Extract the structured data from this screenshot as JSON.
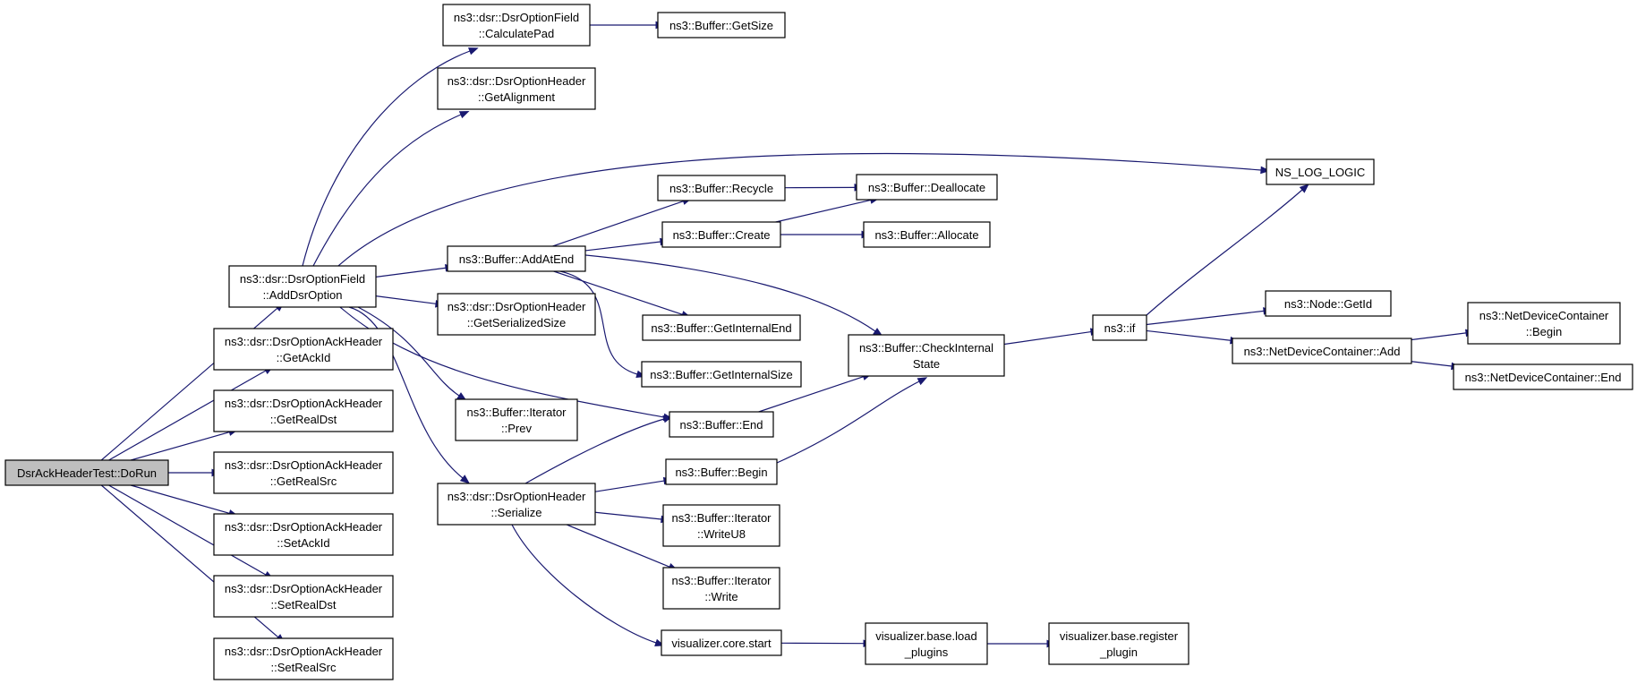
{
  "graph": {
    "colors": {
      "edge": "#191970",
      "node_border": "#000000",
      "root_fill": "#bfbfbf",
      "node_fill": "#ffffff"
    },
    "nodes": [
      {
        "id": "n0",
        "lines": [
          "DsrAckHeaderTest::DoRun"
        ],
        "root": true
      },
      {
        "id": "n1",
        "lines": [
          "ns3::dsr::DsrOptionField",
          "::AddDsrOption"
        ]
      },
      {
        "id": "n2",
        "lines": [
          "ns3::dsr::DsrOptionAckHeader",
          "::GetAckId"
        ]
      },
      {
        "id": "n3",
        "lines": [
          "ns3::dsr::DsrOptionAckHeader",
          "::GetRealDst"
        ]
      },
      {
        "id": "n4",
        "lines": [
          "ns3::dsr::DsrOptionAckHeader",
          "::GetRealSrc"
        ]
      },
      {
        "id": "n5",
        "lines": [
          "ns3::dsr::DsrOptionAckHeader",
          "::SetAckId"
        ]
      },
      {
        "id": "n6",
        "lines": [
          "ns3::dsr::DsrOptionAckHeader",
          "::SetRealDst"
        ]
      },
      {
        "id": "n7",
        "lines": [
          "ns3::dsr::DsrOptionAckHeader",
          "::SetRealSrc"
        ]
      },
      {
        "id": "n8",
        "lines": [
          "ns3::dsr::DsrOptionField",
          "::CalculatePad"
        ]
      },
      {
        "id": "n9",
        "lines": [
          "ns3::Buffer::GetSize"
        ]
      },
      {
        "id": "n10",
        "lines": [
          "ns3::dsr::DsrOptionHeader",
          "::GetAlignment"
        ]
      },
      {
        "id": "n11",
        "lines": [
          "NS_LOG_LOGIC"
        ]
      },
      {
        "id": "n12",
        "lines": [
          "ns3::Buffer::AddAtEnd"
        ]
      },
      {
        "id": "n13",
        "lines": [
          "ns3::Buffer::Recycle"
        ]
      },
      {
        "id": "n14",
        "lines": [
          "ns3::Buffer::Deallocate"
        ]
      },
      {
        "id": "n15",
        "lines": [
          "ns3::Buffer::Create"
        ]
      },
      {
        "id": "n16",
        "lines": [
          "ns3::Buffer::Allocate"
        ]
      },
      {
        "id": "n17",
        "lines": [
          "ns3::dsr::DsrOptionHeader",
          "::GetSerializedSize"
        ]
      },
      {
        "id": "n18",
        "lines": [
          "ns3::Buffer::GetInternalEnd"
        ]
      },
      {
        "id": "n19",
        "lines": [
          "ns3::Buffer::GetInternalSize"
        ]
      },
      {
        "id": "n20",
        "lines": [
          "ns3::Buffer::CheckInternal",
          "State"
        ]
      },
      {
        "id": "n21",
        "lines": [
          "ns3::if"
        ]
      },
      {
        "id": "n22",
        "lines": [
          "ns3::Node::GetId"
        ]
      },
      {
        "id": "n23",
        "lines": [
          "ns3::NetDeviceContainer::Add"
        ]
      },
      {
        "id": "n24",
        "lines": [
          "ns3::NetDeviceContainer",
          "::Begin"
        ]
      },
      {
        "id": "n25",
        "lines": [
          "ns3::NetDeviceContainer::End"
        ]
      },
      {
        "id": "n26",
        "lines": [
          "ns3::Buffer::Iterator",
          "::Prev"
        ]
      },
      {
        "id": "n27",
        "lines": [
          "ns3::Buffer::End"
        ]
      },
      {
        "id": "n28",
        "lines": [
          "ns3::dsr::DsrOptionHeader",
          "::Serialize"
        ]
      },
      {
        "id": "n29",
        "lines": [
          "ns3::Buffer::Begin"
        ]
      },
      {
        "id": "n30",
        "lines": [
          "ns3::Buffer::Iterator",
          "::WriteU8"
        ]
      },
      {
        "id": "n31",
        "lines": [
          "ns3::Buffer::Iterator",
          "::Write"
        ]
      },
      {
        "id": "n32",
        "lines": [
          "visualizer.core.start"
        ]
      },
      {
        "id": "n33",
        "lines": [
          "visualizer.base.load",
          "_plugins"
        ]
      },
      {
        "id": "n34",
        "lines": [
          "visualizer.base.register",
          "_plugin"
        ]
      }
    ],
    "edges": [
      [
        "n0",
        "n1"
      ],
      [
        "n0",
        "n2"
      ],
      [
        "n0",
        "n3"
      ],
      [
        "n0",
        "n4"
      ],
      [
        "n0",
        "n5"
      ],
      [
        "n0",
        "n6"
      ],
      [
        "n0",
        "n7"
      ],
      [
        "n1",
        "n8"
      ],
      [
        "n1",
        "n10"
      ],
      [
        "n1",
        "n11"
      ],
      [
        "n1",
        "n12"
      ],
      [
        "n1",
        "n17"
      ],
      [
        "n1",
        "n26"
      ],
      [
        "n1",
        "n27"
      ],
      [
        "n1",
        "n28"
      ],
      [
        "n8",
        "n9"
      ],
      [
        "n12",
        "n13"
      ],
      [
        "n12",
        "n15"
      ],
      [
        "n12",
        "n18"
      ],
      [
        "n12",
        "n19"
      ],
      [
        "n12",
        "n20"
      ],
      [
        "n13",
        "n14"
      ],
      [
        "n15",
        "n14"
      ],
      [
        "n15",
        "n16"
      ],
      [
        "n20",
        "n21"
      ],
      [
        "n21",
        "n11"
      ],
      [
        "n21",
        "n22"
      ],
      [
        "n21",
        "n23"
      ],
      [
        "n23",
        "n24"
      ],
      [
        "n23",
        "n25"
      ],
      [
        "n27",
        "n20"
      ],
      [
        "n29",
        "n20"
      ],
      [
        "n28",
        "n27"
      ],
      [
        "n28",
        "n29"
      ],
      [
        "n28",
        "n30"
      ],
      [
        "n28",
        "n31"
      ],
      [
        "n28",
        "n32"
      ],
      [
        "n32",
        "n33"
      ],
      [
        "n33",
        "n34"
      ]
    ]
  }
}
